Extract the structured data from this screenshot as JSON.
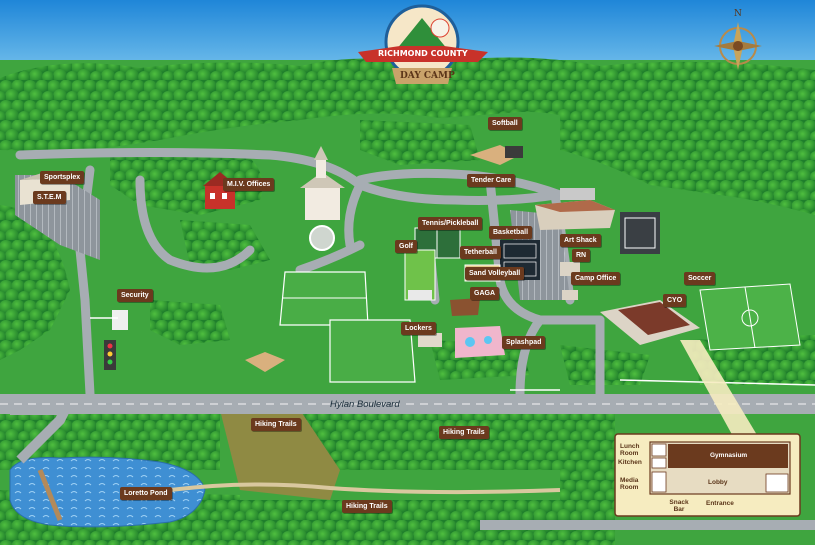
{
  "logo": {
    "line1": "RICHMOND COUNTY",
    "line2": "DAY CAMP"
  },
  "compass": {
    "north": "N"
  },
  "road": "Hylan Boulevard",
  "labels": {
    "sportsplex": "Sportsplex",
    "stem": "S.T.E.M",
    "miv": "M.I.V. Offices",
    "softball": "Softball",
    "tender": "Tender Care",
    "tennis": "Tennis/Pickleball",
    "basketball": "Basketball",
    "artshack": "Art Shack",
    "golf": "Golf",
    "tetherball": "Tetherball",
    "rn": "RN",
    "sandvolley": "Sand Volleyball",
    "campoffice": "Camp Office",
    "soccer": "Soccer",
    "gaga": "GAGA",
    "security": "Security",
    "cyo": "CYO",
    "lockers": "Lockers",
    "splashpad": "Splashpad",
    "hiking1": "Hiking Trails",
    "hiking2": "Hiking Trails",
    "hiking3": "Hiking Trails",
    "loretto": "Loretto Pond"
  },
  "inset": {
    "lunch": "Lunch Room",
    "kitchen": "Kitchen",
    "media": "Media Room",
    "gym": "Gymnasium",
    "lobby": "Lobby",
    "snack": "Snack Bar",
    "entrance": "Entrance"
  },
  "colors": {
    "label_bg": "#6b3a1e",
    "grass": "#3fa53f",
    "road": "#a7adb3",
    "water": "#3f8fd3",
    "sky": "#2d9be0"
  }
}
